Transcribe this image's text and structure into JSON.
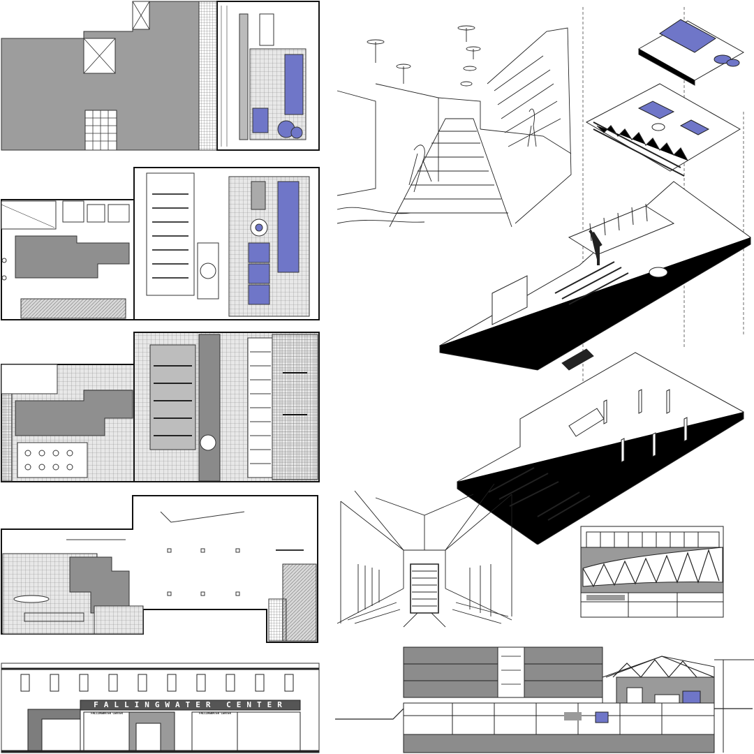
{
  "board": {
    "facade": {
      "sign_main": "FALLINGWATER CENTER",
      "sign_left_small": "FALLINGWATER CENTER",
      "sign_right_small": "FALLINGWATER CENTER"
    }
  },
  "colors": {
    "pool_blue": "#6f76c8",
    "fill_gray": "#9a9a9a",
    "dark_gray": "#7d7d7d",
    "line": "#1e1e1e",
    "paper": "#ffffff"
  },
  "icons": [
    "plan-drawing",
    "perspective-sketch",
    "axonometric-drawing",
    "section-drawing",
    "elevation-drawing"
  ]
}
